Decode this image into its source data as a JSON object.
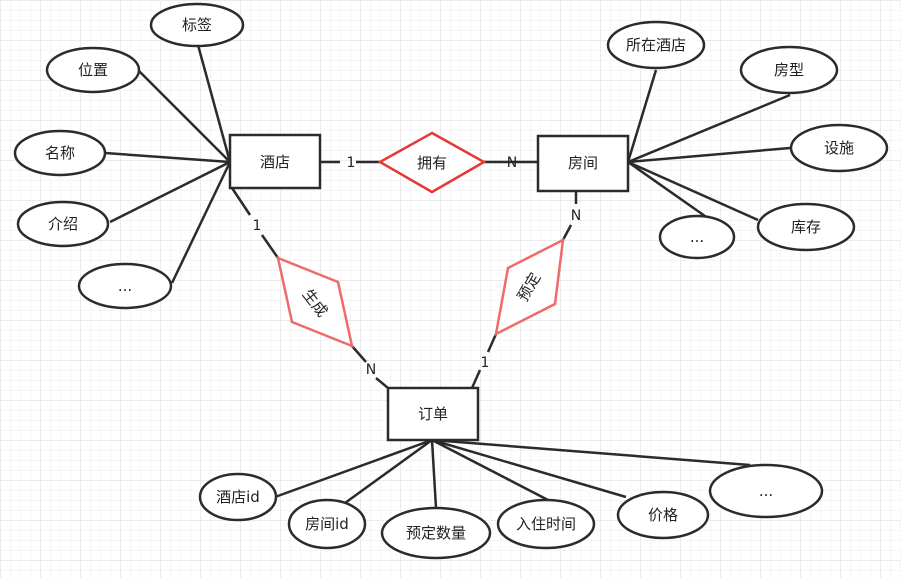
{
  "colors": {
    "line": "#2b2b2b",
    "relationship_main": "#e53935",
    "relationship_other": "#ef6a6a"
  },
  "entities": {
    "hotel": "酒店",
    "room": "房间",
    "order": "订单"
  },
  "relationships": {
    "has": "拥有",
    "generate": "生成",
    "book": "预定"
  },
  "cardinality": {
    "hotel_has": "1",
    "has_room": "N",
    "hotel_generate": "1",
    "generate_order": "N",
    "room_book": "N",
    "book_order": "1"
  },
  "hotel_attributes": [
    "标签",
    "位置",
    "名称",
    "介绍",
    "..."
  ],
  "room_attributes": [
    "所在酒店",
    "房型",
    "设施",
    "...",
    "库存"
  ],
  "order_attributes": [
    "酒店id",
    "房间id",
    "预定数量",
    "入住时间",
    "价格",
    "..."
  ]
}
